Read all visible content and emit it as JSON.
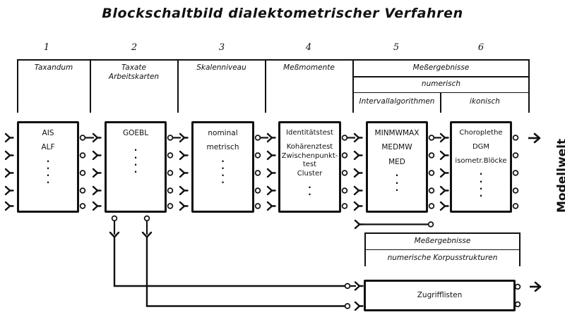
{
  "title": "Blockschaltbild  dialektometrischer Verfahren",
  "header_table": {
    "numbers": [
      "1",
      "2",
      "3",
      "4",
      "5",
      "6"
    ],
    "row1": [
      {
        "label": "Taxandum",
        "col": 1
      },
      {
        "label": "Taxate\nArbeitskarten",
        "col": 2
      },
      {
        "label": "Skalenniveau",
        "col": 3
      },
      {
        "label": "Meßmomente",
        "col": 4
      },
      {
        "label": "Meßergebnisse",
        "col": "5-6"
      }
    ],
    "row2": [
      {
        "label": "numerisch",
        "col": "5-6"
      }
    ],
    "row3": [
      {
        "label": "Intervallalgorithmen",
        "col": 5
      },
      {
        "label": "ikonisch",
        "col": 6
      }
    ]
  },
  "boxes": [
    {
      "id": "box1",
      "lines": [
        "AIS",
        "ALF"
      ],
      "dots": 4
    },
    {
      "id": "box2",
      "lines": [
        "GOEBL"
      ],
      "dots": 4
    },
    {
      "id": "box3",
      "lines": [
        "nominal",
        "metrisch"
      ],
      "dots": 4
    },
    {
      "id": "box4",
      "lines": [
        "Identitätstest",
        "Kohärenztest",
        "Zwischenpunkt-",
        "test",
        "Cluster"
      ],
      "dots": 2
    },
    {
      "id": "box5",
      "lines": [
        "MINMWMAX",
        "MEDMW",
        "MED"
      ],
      "dots": 3
    },
    {
      "id": "box6",
      "lines": [
        "Choroplethe",
        "DGM",
        "isometr.Blöcke"
      ],
      "dots": 4
    }
  ],
  "lower_table": {
    "row1": "Meßergebnisse",
    "row2": "numerische Korpusstrukturen"
  },
  "bottom_box": {
    "label": "Zugrifflisten"
  },
  "right_label": "Modellwelt",
  "colors": {
    "ink": "#111111",
    "paper": "#ffffff"
  }
}
